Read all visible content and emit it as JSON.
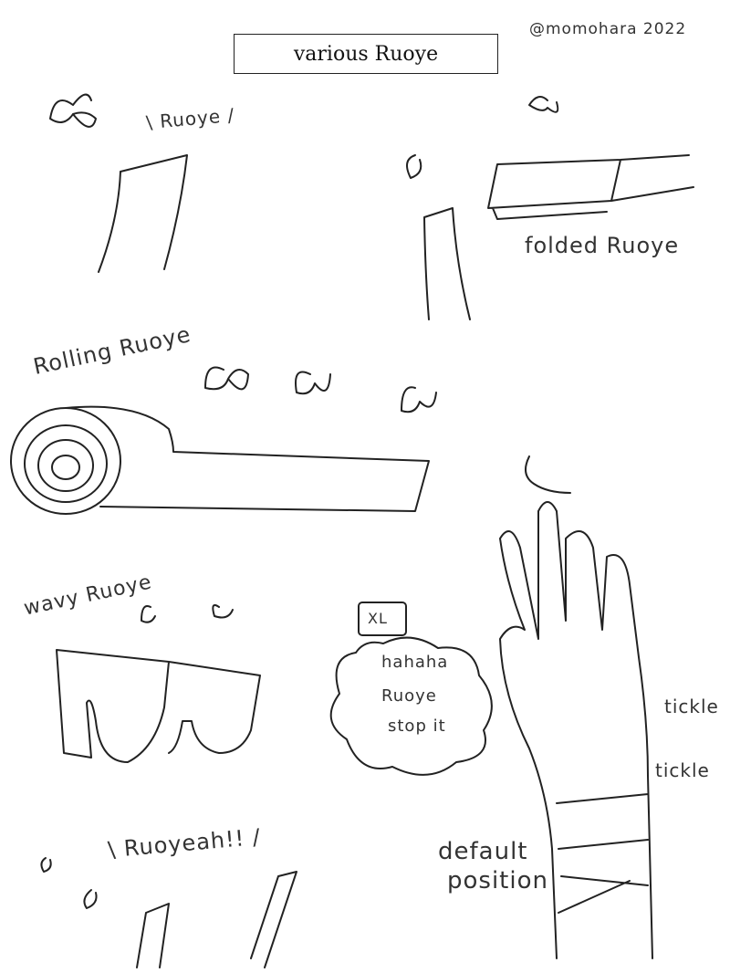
{
  "title": "various Ruoye",
  "signature": "@momohara 2022",
  "panels": {
    "ruoye": "\\ Ruoye /",
    "folded": "folded Ruoye",
    "rolling": "Rolling Ruoye",
    "wavy": "wavy Ruoye",
    "speech_tag": "XL",
    "speech_lines": [
      "hahaha",
      "Ruoye",
      "stop it"
    ],
    "tickle_1": "tickle",
    "tickle_2": "tickle",
    "ruoyeah": "\\ Ruoyeah!! /",
    "default_position": [
      "default",
      "position"
    ]
  }
}
